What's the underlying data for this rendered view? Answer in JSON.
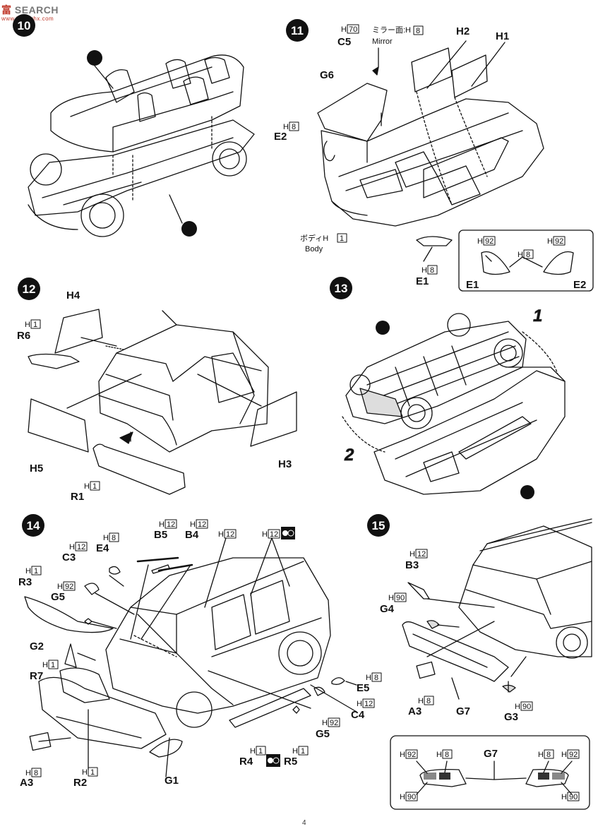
{
  "watermark": {
    "logo": "富",
    "text": "SEARCH",
    "url": "www.hobbyhx.com"
  },
  "steps": [
    "10",
    "11",
    "12",
    "13",
    "14",
    "15"
  ],
  "step11": {
    "c5_color": "70",
    "mirror_jp": "ミラー面:H",
    "mirror_color": "8",
    "mirror_en": "Mirror",
    "body_jp": "ボディH",
    "body_color": "1",
    "body_en": "Body",
    "e2_color": "8",
    "e1_color": "8",
    "inset_h92a": "92",
    "inset_h8": "8",
    "inset_h92b": "92"
  },
  "step12": {
    "r6_color": "1",
    "r1_color": "1"
  },
  "step14": {
    "e4_color": "8",
    "c3_color": "12",
    "b5_color": "12",
    "b4_color": "12",
    "roof_color": "12",
    "r3_color": "1",
    "g5a_color": "92",
    "r7_color": "1",
    "a3_color": "8",
    "r2_color": "1",
    "r4_color": "1",
    "r5_color": "1",
    "g5b_color": "92",
    "c4_color": "12",
    "e5_color": "8",
    "g_color": "12"
  },
  "step15": {
    "b3_color": "12",
    "g4_color": "90",
    "a3_color": "8",
    "g3_color": "90",
    "inset_h92a": "92",
    "inset_h8a": "8",
    "inset_h8b": "8",
    "inset_h92b": "92",
    "inset_h90a": "90",
    "inset_h90b": "90"
  },
  "page_number": "4"
}
